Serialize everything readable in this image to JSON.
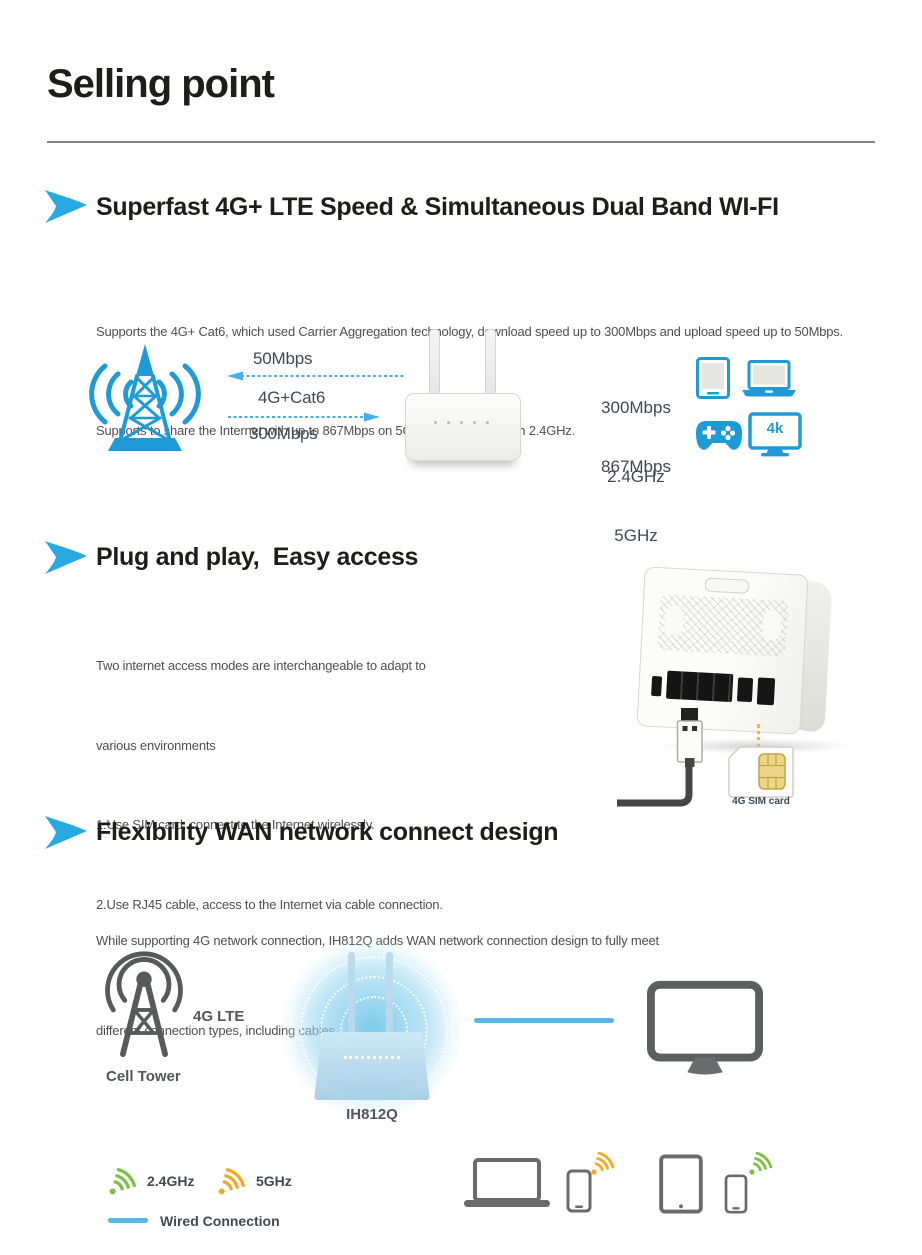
{
  "page": {
    "title": "Selling point"
  },
  "sections": [
    {
      "heading": "Superfast 4G+ LTE Speed & Simultaneous Dual Band WI-FI",
      "body": [
        "Supports the 4G+ Cat6, which used Carrier Aggregation technology, download speed up to 300Mbps and upload speed up to 50Mbps.",
        "Supports to share the Internet with up to 867Mbps on 5GHz and 300Mbps on 2.4GHz."
      ],
      "diagram": {
        "upload_speed": "50Mbps",
        "technology": "4G+Cat6",
        "download_speed": "300Mbps",
        "wifi_24": {
          "speed": "300Mbps",
          "band": "2.4GHz"
        },
        "wifi_5": {
          "speed": "867Mbps",
          "band": "5GHz"
        },
        "tv_badge": "4k"
      }
    },
    {
      "heading": "Plug and play,  Easy access",
      "body": [
        "Two internet access modes are interchangeable to adapt to",
        "various environments",
        "1.Use SIM card, connect to the Internet wirelessly.",
        "2.Use RJ45 cable, access to the Internet via cable connection."
      ],
      "sim_card_label": "4G SIM card"
    },
    {
      "heading": "Flexibility WAN network connect design",
      "body": [
        "While supporting 4G network connection, IH812Q adds WAN network connection design to fully meet",
        "different connection types, including cables."
      ],
      "diagram": {
        "lte_label": "4G LTE",
        "tower_label": "Cell Tower",
        "router_label": "IH812Q",
        "legend": [
          {
            "label": "2.4GHz",
            "color": "#7ac143"
          },
          {
            "label": "5GHz",
            "color": "#f7a823"
          },
          {
            "label": "Wired Connection",
            "color": "#55b8e8"
          }
        ]
      }
    }
  ],
  "colors": {
    "accent_blue": "#29a9e1",
    "diagram_blue": "#1e9bd7",
    "heading_text": "#1d1d1b",
    "body_text": "#4f4f51",
    "label_slate": "#3e4a54",
    "wifi_green": "#7ac143",
    "wifi_orange": "#f7a823",
    "wired_blue": "#55b8e8",
    "device_gray": "#6b6b6d",
    "tower_gray": "#58595b",
    "sim_gold": "#e8d088"
  }
}
